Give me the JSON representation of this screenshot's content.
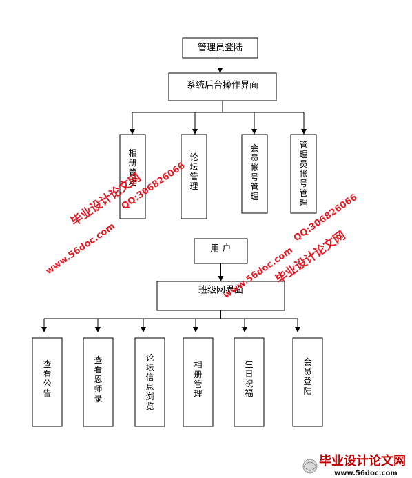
{
  "admin": {
    "root": "管理员登陆",
    "panel": "系统后台操作界面",
    "children": [
      "相册管理",
      "论坛管理",
      "会员帐号管理",
      "管理员帐号管理"
    ]
  },
  "user": {
    "root": "用 户",
    "panel": "班级网界面",
    "children": [
      "查看公告",
      "查看恩师录",
      "论坛信息浏览",
      "相册管理",
      "生日祝福",
      "会员登陆"
    ]
  },
  "watermarks": {
    "site_name": "毕业设计论文网",
    "url": "www.56doc.com",
    "qq": "QQ:306826066"
  },
  "logo": {
    "title": "毕业设计论文网",
    "url": "www.56doc.com"
  }
}
